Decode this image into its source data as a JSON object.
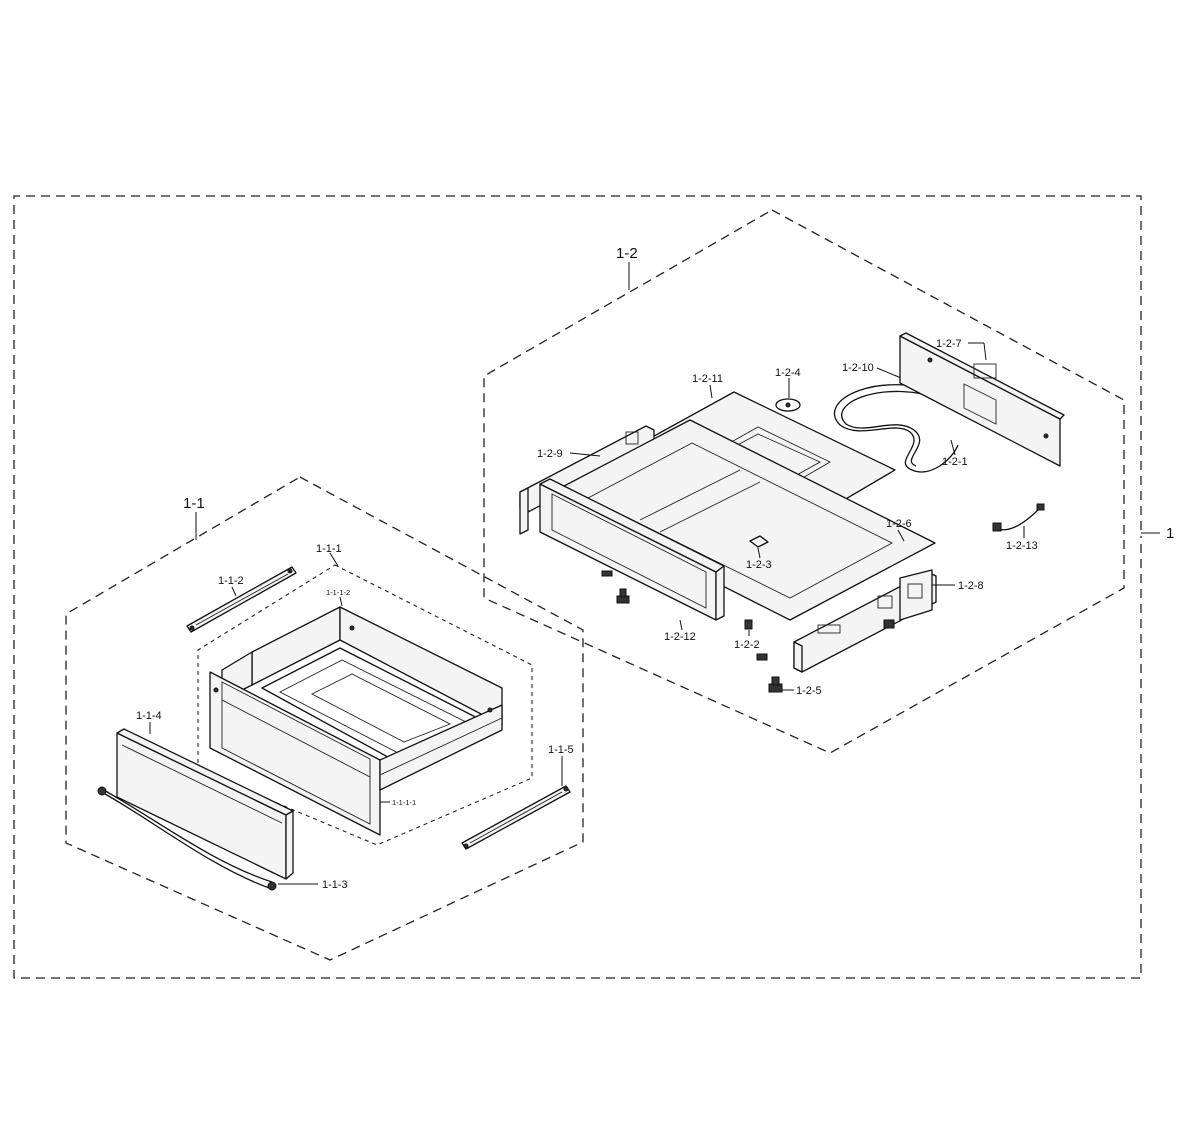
{
  "labels": {
    "assembly": "1",
    "drawer_group": "1-1",
    "upper_group": "1-2",
    "p_1_1_1": "1-1-1",
    "p_1_1_1_1": "1-1-1-1",
    "p_1_1_1_2": "1-1-1-2",
    "p_1_1_2": "1-1-2",
    "p_1_1_3": "1-1-3",
    "p_1_1_4": "1-1-4",
    "p_1_1_5": "1-1-5",
    "p_1_2_1": "1-2-1",
    "p_1_2_2": "1-2-2",
    "p_1_2_3": "1-2-3",
    "p_1_2_4": "1-2-4",
    "p_1_2_5": "1-2-5",
    "p_1_2_6": "1-2-6",
    "p_1_2_7": "1-2-7",
    "p_1_2_8": "1-2-8",
    "p_1_2_9": "1-2-9",
    "p_1_2_10": "1-2-10",
    "p_1_2_11": "1-2-11",
    "p_1_2_12": "1-2-12",
    "p_1_2_13": "1-2-13"
  },
  "colors": {
    "line": "#111111",
    "background": "#ffffff"
  }
}
